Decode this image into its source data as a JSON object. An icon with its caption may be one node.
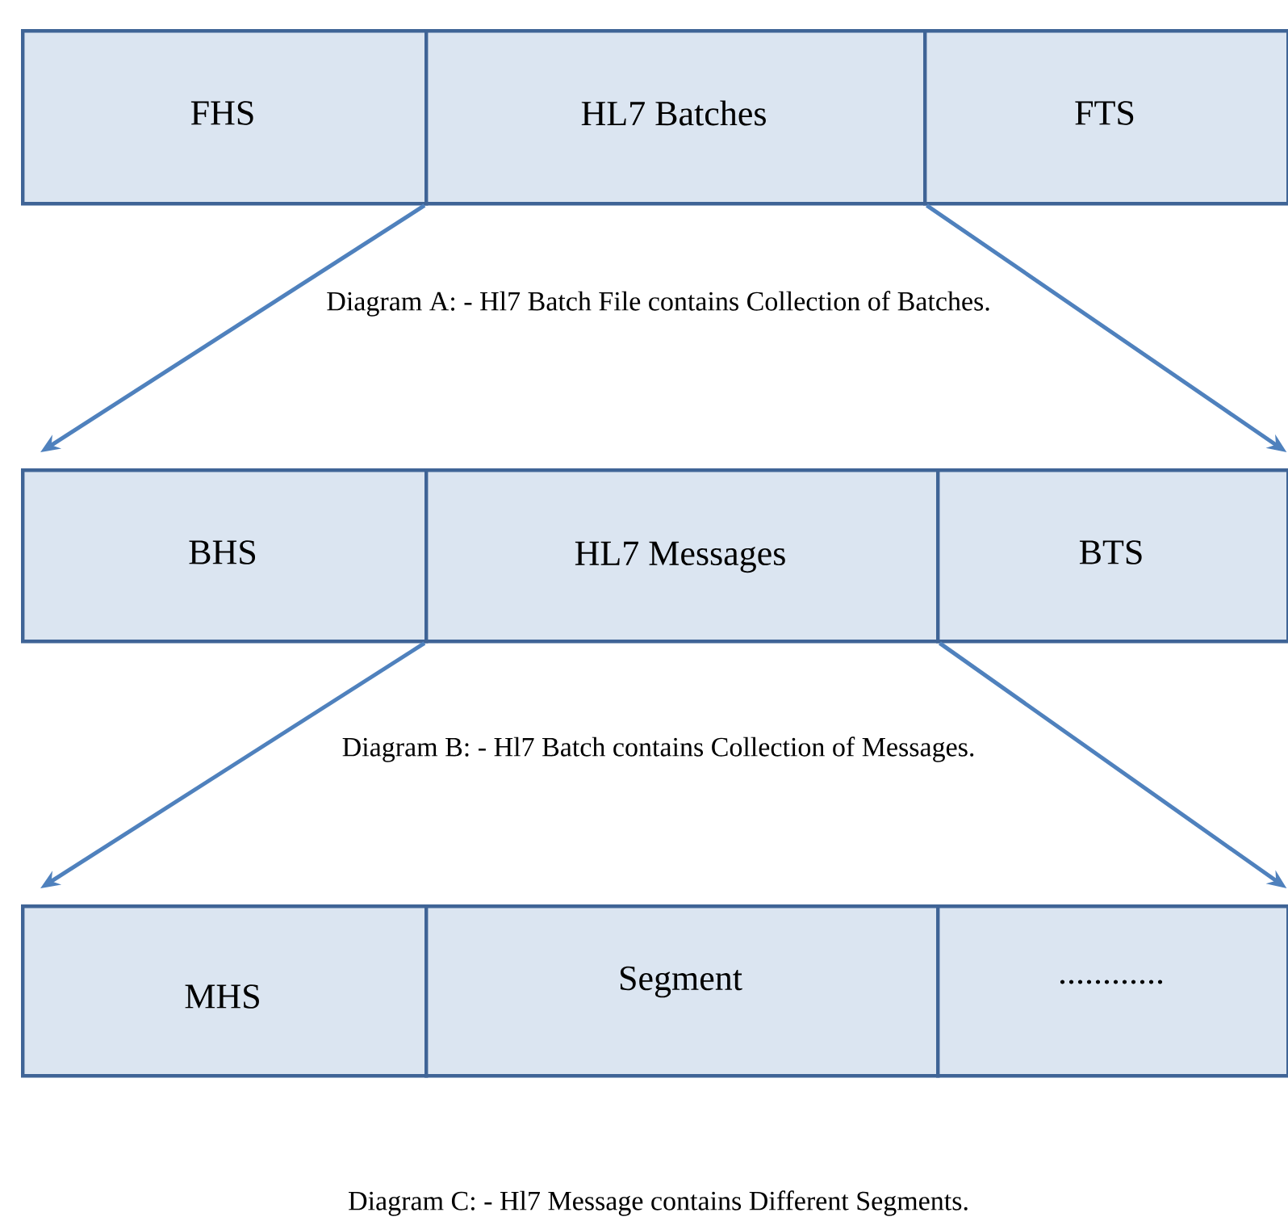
{
  "diagram": {
    "nodes": [
      {
        "text": [
          "FHS"
        ]
      },
      {
        "text": [
          "HL7 Batches"
        ]
      },
      {
        "text": [
          "FTS"
        ]
      },
      {
        "text": [
          "BHS"
        ]
      },
      {
        "text": [
          "HL7 Messages"
        ]
      },
      {
        "text": [
          "BTS"
        ]
      },
      {
        "text": [
          "MHS"
        ]
      },
      {
        "text": [
          "Segment"
        ]
      },
      {
        "text": [
          "............"
        ]
      }
    ],
    "edges": [
      {
        "from": 1,
        "to": 3,
        "arrow": "to"
      },
      {
        "from": 1,
        "to": 5,
        "arrow": "to"
      },
      {
        "from": 4,
        "to": 6,
        "arrow": "to"
      },
      {
        "from": 4,
        "to": 8,
        "arrow": "to"
      }
    ],
    "labels": [
      "Diagram A: - Hl7 Batch File contains Collection of Batches.",
      "Diagram B: - Hl7 Batch contains Collection of Messages.",
      "Diagram C: - Hl7 Message contains Different Segments."
    ]
  }
}
